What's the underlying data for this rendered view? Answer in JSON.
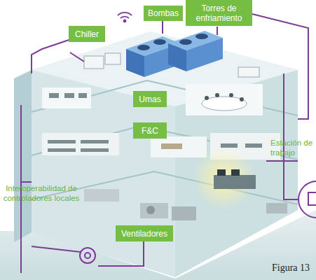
{
  "diagram": {
    "caption": "Figura 13",
    "nodes": [
      {
        "text": [
          "Bombas"
        ]
      },
      {
        "text": [
          "Torres de enfriamiento"
        ]
      },
      {
        "text": [
          "Chiller"
        ]
      },
      {
        "text": [
          "Umas"
        ]
      },
      {
        "text": [
          "F&C"
        ]
      },
      {
        "text": [
          "Ventiladores"
        ]
      }
    ],
    "labels": [
      "Estación de trabajo",
      "Interoperabilidad de controladores locales"
    ]
  }
}
